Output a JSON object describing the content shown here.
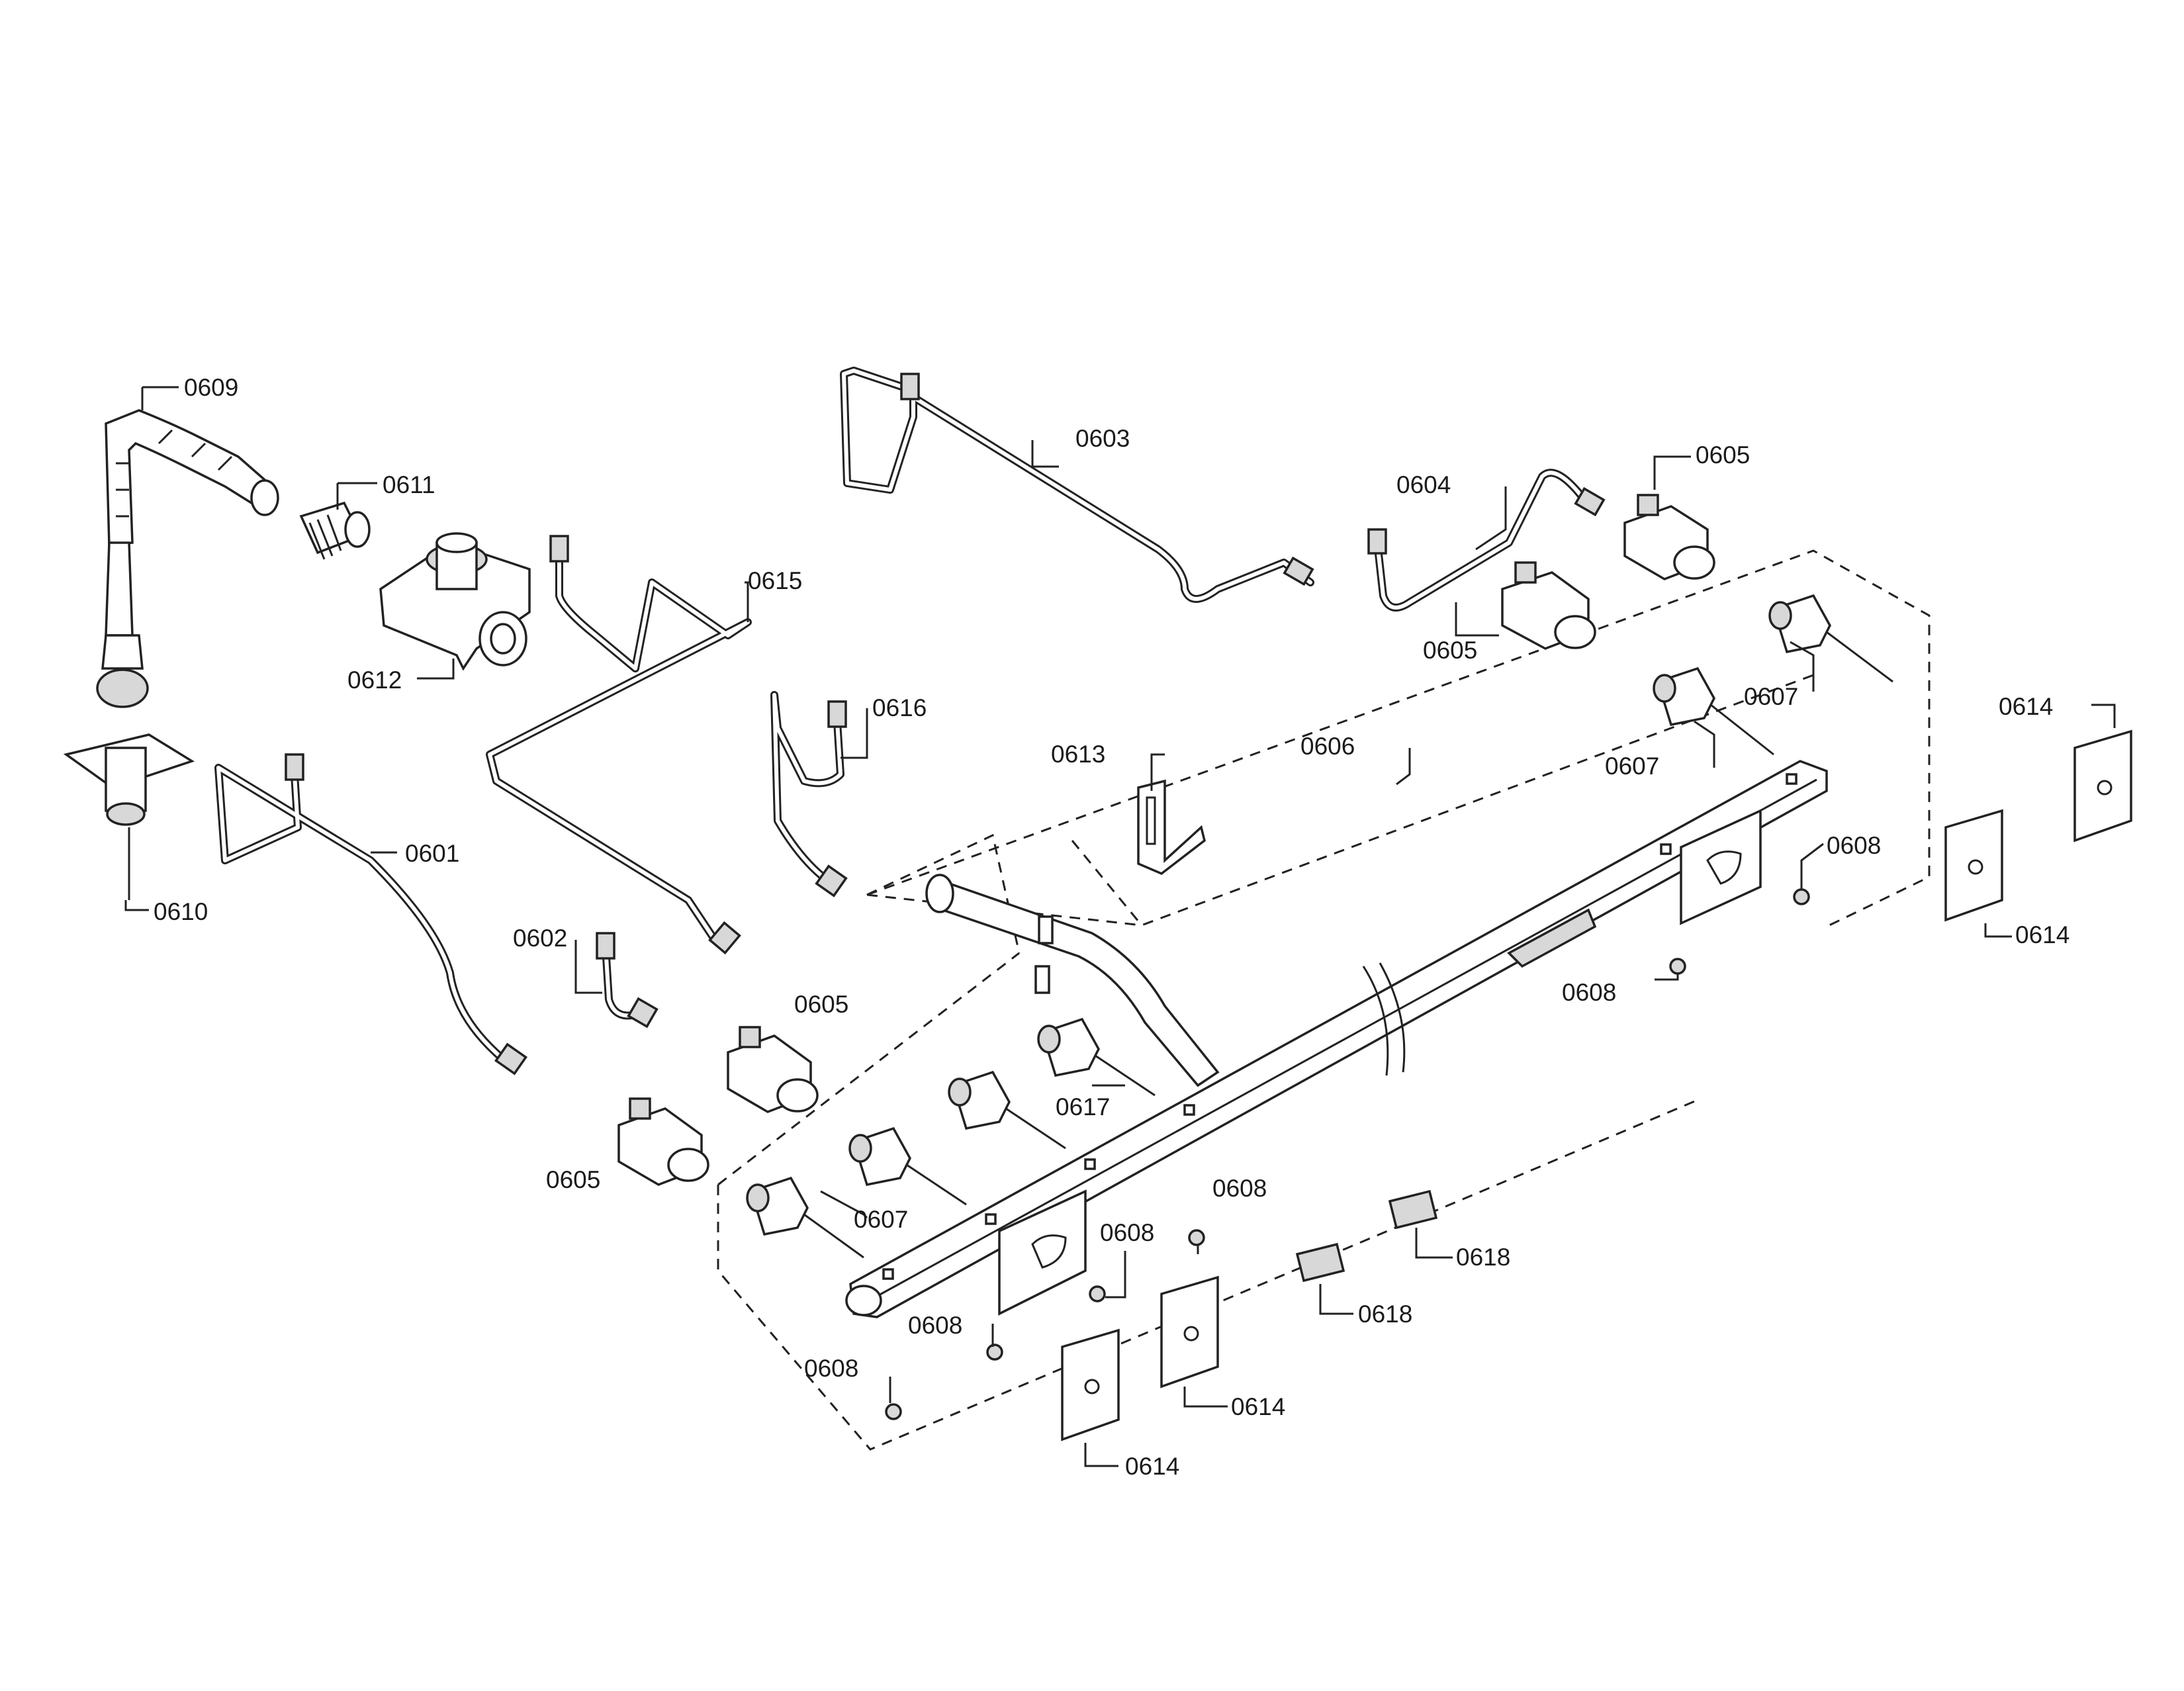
{
  "diagram": {
    "callouts": [
      {
        "id": "c0609",
        "label": "0609"
      },
      {
        "id": "c0611",
        "label": "0611"
      },
      {
        "id": "c0612",
        "label": "0612"
      },
      {
        "id": "c0610",
        "label": "0610"
      },
      {
        "id": "c0615",
        "label": "0615"
      },
      {
        "id": "c0601",
        "label": "0601"
      },
      {
        "id": "c0602",
        "label": "0602"
      },
      {
        "id": "c0616",
        "label": "0616"
      },
      {
        "id": "c0603",
        "label": "0603"
      },
      {
        "id": "c0604",
        "label": "0604"
      },
      {
        "id": "c0605a",
        "label": "0605"
      },
      {
        "id": "c0605b",
        "label": "0605"
      },
      {
        "id": "c0605c",
        "label": "0605"
      },
      {
        "id": "c0605d",
        "label": "0605"
      },
      {
        "id": "c0613",
        "label": "0613"
      },
      {
        "id": "c0606",
        "label": "0606"
      },
      {
        "id": "c0607a",
        "label": "0607"
      },
      {
        "id": "c0607b",
        "label": "0607"
      },
      {
        "id": "c0607c",
        "label": "0607"
      },
      {
        "id": "c0617",
        "label": "0617"
      },
      {
        "id": "c0608a",
        "label": "0608"
      },
      {
        "id": "c0608b",
        "label": "0608"
      },
      {
        "id": "c0608c",
        "label": "0608"
      },
      {
        "id": "c0608d",
        "label": "0608"
      },
      {
        "id": "c0608e",
        "label": "0608"
      },
      {
        "id": "c0608f",
        "label": "0608"
      },
      {
        "id": "c0614a",
        "label": "0614"
      },
      {
        "id": "c0614b",
        "label": "0614"
      },
      {
        "id": "c0614c",
        "label": "0614"
      },
      {
        "id": "c0614d",
        "label": "0614"
      },
      {
        "id": "c0618a",
        "label": "0618"
      },
      {
        "id": "c0618b",
        "label": "0618"
      }
    ]
  }
}
